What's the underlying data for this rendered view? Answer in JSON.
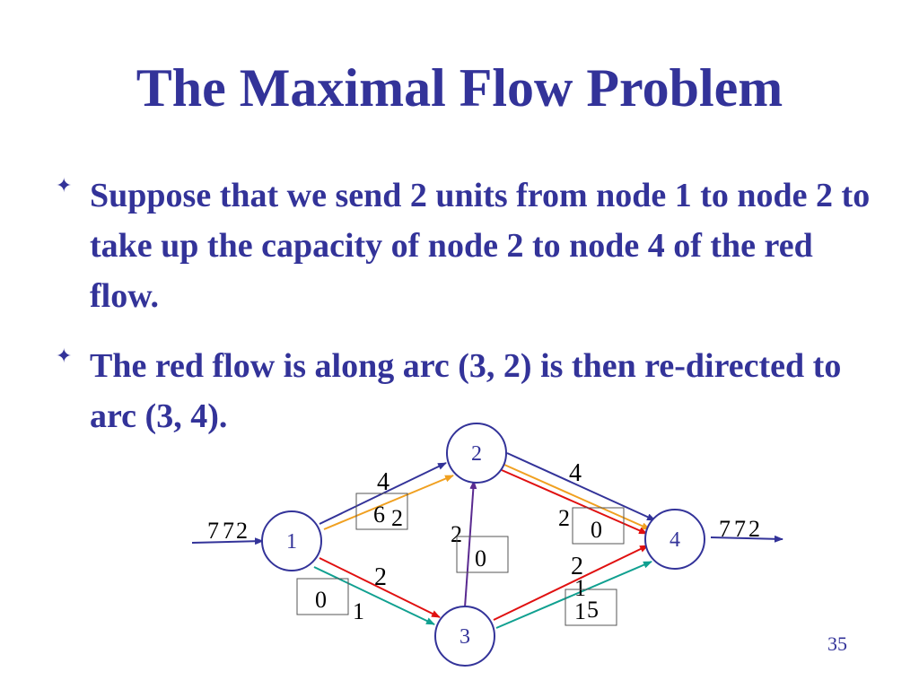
{
  "title": "The Maximal Flow Problem",
  "bullets": [
    {
      "marker": "✦",
      "text": "Suppose that we send 2 units from node 1 to node 2 to take up the capacity of node 2 to node 4 of the red flow."
    },
    {
      "marker": "✦",
      "text": "The red flow is along arc (3, 2) is then re-directed to arc (3, 4)."
    }
  ],
  "network": {
    "nodes": [
      "1",
      "2",
      "3",
      "4"
    ],
    "source_flow": {
      "a": "7",
      "b": "7",
      "c": "2"
    },
    "sink_flow": {
      "a": "7",
      "b": "7",
      "c": "2"
    },
    "arc_labels": {
      "a12_top": "4",
      "a12_box": "6",
      "a12_side": "2",
      "a24_top": "4",
      "a24_left": "2",
      "a24_box": "0",
      "a32_left": "2",
      "a32_box": "0",
      "a13_top": "2",
      "a13_box": "0",
      "a13_bottom": "1",
      "a34_top": "2",
      "a34_mid": "1",
      "a34_box_a": "1",
      "a34_box_b": "5"
    }
  },
  "page_number": "35",
  "colors": {
    "title": "#333399",
    "navy": "#333399",
    "red": "#e01010",
    "orange": "#f0a020",
    "teal": "#10a090",
    "purple": "#5a2a90"
  }
}
